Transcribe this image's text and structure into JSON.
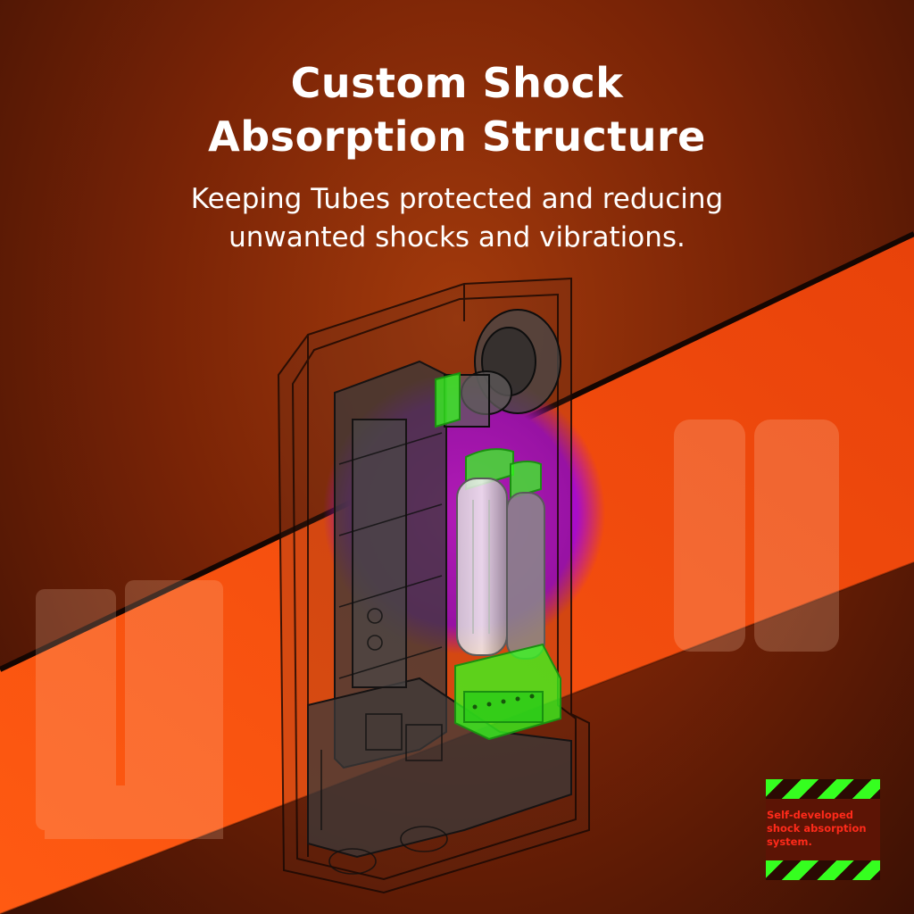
{
  "headline": {
    "line1": "Custom Shock",
    "line2": "Absorption Structure"
  },
  "subheadline": {
    "line1": "Keeping Tubes protected and reducing",
    "line2": "unwanted shocks and vibrations."
  },
  "badge": {
    "line1": "Self-developed",
    "line2": "shock absorption",
    "line3": "system."
  },
  "colors": {
    "background": "#7a2406",
    "accent_band": "#f24a0a",
    "highlight_green": "#35ff1f",
    "glow_purple": "#b010d0",
    "badge_text": "#ff2a1a"
  }
}
